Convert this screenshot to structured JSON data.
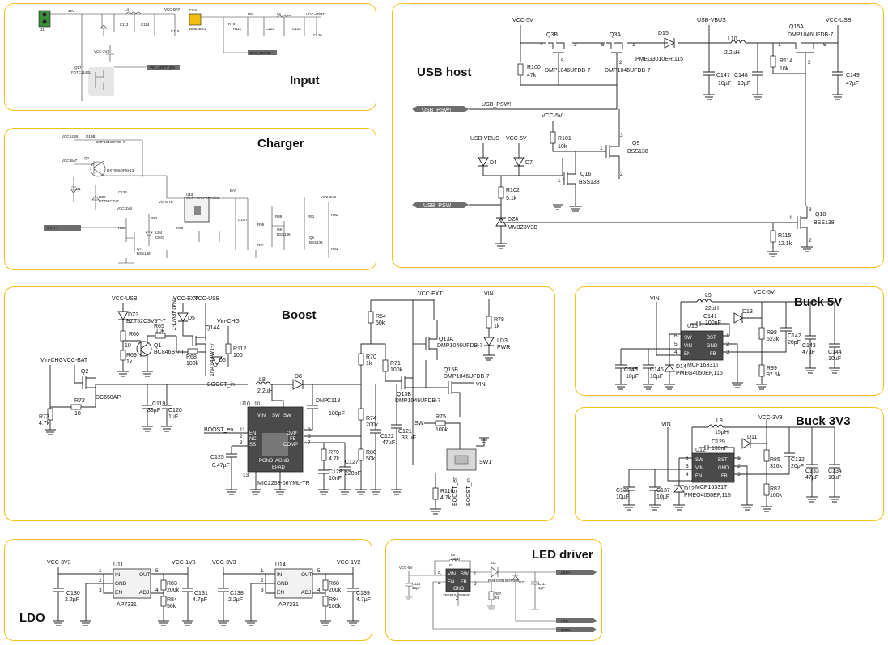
{
  "colors": {
    "border": "#f2c21b",
    "net_label_fill": "#6d6d6d",
    "ic_fill": "#4a4a4a",
    "connector_green": "#3c8d3c",
    "connector_yellow": "#f0c010"
  },
  "panels": {
    "input": {
      "title": "Input"
    },
    "usb_host": {
      "title": "USB host"
    },
    "charger": {
      "title": "Charger"
    },
    "boost": {
      "title": "Boost"
    },
    "buck5": {
      "title": "Buck 5V"
    },
    "buck33": {
      "title": "Buck 3V3"
    },
    "ldo": {
      "title": "LDO"
    },
    "led": {
      "title": "LED driver"
    }
  },
  "usb_host": {
    "nets": {
      "vcc5a": "VCC-5V",
      "vbus": "USB-VBUS",
      "vccusb": "VCC-USB",
      "usbvbus2": "USB-VBUS",
      "vcc5b": "VCC-5V",
      "vcc5c": "VCC-5V",
      "psw": "USB_PSW",
      "pswn": "USB_PSW!",
      "pswn2": "USB_PSW!"
    },
    "q3b": "Q3B",
    "q3a": "Q3A",
    "q3b_part": "DMP1046UFDB-7",
    "q3a_part": "DMP1046UFDB-7",
    "d15": "D15",
    "d15_part": "PMEG3010ER,115",
    "l10": "L10",
    "l10_val": "2.2µH",
    "q15a": "Q15A",
    "q15a_part": "DMP1046UFDB-7",
    "r100": "R100",
    "r100_val": "47k",
    "c147": "C147",
    "c147_val": "10µF",
    "c148": "C148",
    "c148_val": "10µF",
    "r114": "R114",
    "r114_val": "10k",
    "c149": "C149",
    "c149_val": "47µF",
    "r101": "R101",
    "r101_val": "10k",
    "q9": "Q9",
    "q9_part": "BSS138",
    "q16": "Q16",
    "q16_part": "BSS138",
    "d4": "D4",
    "d7": "D7",
    "r102": "R102",
    "r102_val": "5.1k",
    "dz4": "DZ4",
    "dz4_part": "MM3Z3V3B",
    "q18": "Q18",
    "q18_part": "BSS138",
    "r115": "R115",
    "r115_val": "12.1k",
    "pins": {
      "p4": "4",
      "p3": "3",
      "p6": "6",
      "p1": "1",
      "p2": "2",
      "p5": "5",
      "p6b": "6",
      "p1b": "1",
      "p1c": "1",
      "p1d": "1",
      "p3b": "3",
      "p2b": "2",
      "p3c": "3",
      "p2c": "2",
      "p3d": "3",
      "p2d": "2"
    }
  },
  "boost": {
    "vccusb": "VCC-USB",
    "vccext": "VCC-EXT",
    "vccusb2": "VCC-USB",
    "vinchg": "Vin-CHG",
    "vinchg2": "Vin-CHG",
    "vccbat": "VCC-BAT",
    "vccext2": "VCC-EXT",
    "vin": "VIN",
    "vin2": "VIN",
    "sw": "SW",
    "boost_en": "BOOST_en",
    "boost_en2": "BOOST_en",
    "dz3": "DZ3",
    "dz3_part": "BZT52C3V9T-7",
    "d5": "D5",
    "d5_part": "1N4148WT-7",
    "d6": "D6",
    "d6_part": "1N4148WT-7",
    "q14a": "Q14A",
    "q1": "Q1",
    "q1_part": "BC846B-7-F",
    "r65": "R65",
    "r65_val": "10k",
    "r66": "R66",
    "r66_val": "10",
    "r69": "R69",
    "r69_val": "1k",
    "r68": "R68",
    "r68_val": "100k",
    "r112": "R112",
    "r112_val": "100",
    "q2": "Q2",
    "q2_part": "DC658AP",
    "r72": "R72",
    "r72_val": "10",
    "r73": "R73",
    "r73_val": "4.7k",
    "c119": "C119",
    "c119_val": "33µF",
    "c120": "C120",
    "c120_val": "1µF",
    "l8": "L8",
    "l8_val": "2.2µH",
    "d8": "D8",
    "dnp": "DNP",
    "c118": "C118",
    "c118_val": "100pF",
    "u10": "U10",
    "u10_part": "MIC2253-06YML-TR",
    "u10_pins": {
      "en": "EN",
      "nc": "NC",
      "pss": "SS",
      "ovp": "OVP",
      "fb": "FB",
      "comp": "COMP",
      "vin": "VIN",
      "sw": "SW",
      "sw2": "SW",
      "pgnd": "PGND",
      "agnd": "AGND",
      "epad": "EPAD"
    },
    "u10_nums": {
      "n11": "11",
      "n2": "2",
      "n3": "3",
      "n9": "9",
      "n8": "8",
      "n7": "7",
      "n10": "10",
      "n13": "13",
      "n4": "4"
    },
    "c125": "C125",
    "c125_val": "0.47µF",
    "r79": "R79",
    "r79_val": "4.7k",
    "c128": "C128",
    "c128_val": "10nF",
    "c127": "C127",
    "c127_val": "220pF",
    "r64": "R64",
    "r64_val": "50k",
    "r70": "R70",
    "r70_val": "1k",
    "r71": "R71",
    "r71_val": "100k",
    "r74": "R74",
    "r74_val": "200k",
    "r80": "R80",
    "r80_val": "50k",
    "c122": "C122",
    "c122_val": "47µF",
    "c121": "C121",
    "c121_val": "33 uF",
    "q13a": "Q13A",
    "q13a_part": "DMP1046UFDB-7",
    "q13b": "Q13B",
    "q13b_part": "DMP1046UFDB-7",
    "q15b": "Q15B",
    "q15b_part": "DMP1046UFDB-7",
    "r78": "R78",
    "r78_val": "1k",
    "ld3": "LD3",
    "ld3_txt": "PWR",
    "r75": "R75",
    "r75_val": "100k",
    "r116": "R116",
    "r116_val": "4.7k",
    "sw1": "SW1",
    "boost_in": "BOOST_in"
  },
  "buck5": {
    "vin": "VIN",
    "vcc5": "VCC-5V",
    "l9": "L9",
    "l9_val": "22µH",
    "c141": "C141",
    "c141_val": "100nF",
    "d13": "D13",
    "u15": "U15",
    "u15_part": "MCP16331T",
    "r98": "R98",
    "r98_val": "523k",
    "r99": "R99",
    "r99_val": "97.6k",
    "c142": "C142",
    "c142_val": "20pF",
    "c143": "C143",
    "c143_val": "47µF",
    "c144": "C144",
    "c144_val": "10µF",
    "c145": "C145",
    "c145_val": "10µF",
    "c146": "C146",
    "c146_val": "10µF",
    "d14": "D14",
    "d14_part": "PMEG4050EP,115",
    "pins": {
      "sw": "SW",
      "vin": "VIN",
      "en": "EN",
      "bst": "BST",
      "gnd": "GND",
      "fb": "FB",
      "n6": "6",
      "n5": "5",
      "n4": "4",
      "n1": "1",
      "n2": "2",
      "n3": "3"
    }
  },
  "buck33": {
    "vin": "VIN",
    "vcc33": "VCC-3V3",
    "l8": "L8",
    "l8_val": "15µH",
    "c129": "C129",
    "c129_val": "100nF",
    "d11": "D11",
    "u12": "U12",
    "u12_part": "MCP16331T",
    "r85": "R85",
    "r85_val": "316k",
    "r87": "R87",
    "r87_val": "100k",
    "c132": "C132",
    "c132_val": "20pF",
    "c133": "C133",
    "c133_val": "47µF",
    "c134": "C134",
    "c134_val": "10µF",
    "c136": "C136",
    "c136_val": "10µF",
    "c137": "C137",
    "c137_val": "10µF",
    "d12": "D12",
    "d12_part": "PMEG4050EP,115",
    "pins": {
      "sw": "SW",
      "vin": "VIN",
      "en": "EN",
      "bst": "BST",
      "gnd": "GND",
      "fb": "FB",
      "n6": "6",
      "n5": "5",
      "n4": "4",
      "n1": "1",
      "n2": "2",
      "n3": "3"
    }
  },
  "ldo": {
    "vcc33a": "VCC-3V3",
    "vcc18": "VCC-1V8",
    "vcc33b": "VCC-3V3",
    "vcc12": "VCC-1V2",
    "u11": "U11",
    "u11_part": "AP7331",
    "u14": "U14",
    "u14_part": "AP7331",
    "c130": "C130",
    "c130_val": "2.2µF",
    "c131": "C131",
    "c131_val": "4.7µF",
    "r83": "R83",
    "r83_val": "200k",
    "r84": "R84",
    "r84_val": "56k",
    "c138": "C138",
    "c138_val": "2.2µF",
    "c139": "C139",
    "c139_val": "4.7µF",
    "r88": "R88",
    "r88_val": "200k",
    "r94": "R94",
    "r94_val": "100k",
    "pins": {
      "in": "IN",
      "out": "OUT",
      "gnd": "GND",
      "en": "EN",
      "adj": "ADJ",
      "n1": "1",
      "n2": "2",
      "n3": "3",
      "n4": "4",
      "n5": "5"
    }
  },
  "led": {
    "vcc5": "VCC-5V",
    "l5": "L5",
    "l5_val": "10µH",
    "u9": "U9",
    "u9_part": "TPS61041DBVR",
    "d2": "D2",
    "d2_part": "PMEG3010ER,115",
    "dz1": "DZ1",
    "c116": "C116",
    "c116_val": "10µF",
    "c117": "C117",
    "c117_val": "1µF",
    "r67": "R67",
    "r67_val": "34",
    "ledp": "LED+",
    "ledn": "LED",
    "bcklt": "BCKL",
    "pins": {
      "vin": "VIN",
      "sw": "SW",
      "en": "EN",
      "fb": "FB",
      "gnd": "GND",
      "n5": "5",
      "n1": "1",
      "n4": "4",
      "n3": "3",
      "n2": "2"
    }
  },
  "input": {
    "j1": "J1",
    "j2": "CN4",
    "j2_part": "BM02B-LL",
    "q17": "Q17",
    "q17_part": "FDTC114EL",
    "net1": "VIN_ADPT_EN",
    "net2": "BAT_SENSE",
    "vcc_bat": "VCC-BAT",
    "vcc_3v3": "VCC-3V3",
    "vcc_adpt": "VCC-ADPT",
    "l4": "L4",
    "l4_val": "2.2µH",
    "l6": "L6",
    "l6_val": "2.2µH",
    "c113": "C113",
    "c114": "C114",
    "c115": "C115",
    "c123": "C123",
    "c124": "C124",
    "c126": "C126",
    "d3": "D3",
    "d9": "D9",
    "r76": "R76",
    "r77": "R77",
    "r111": "R111",
    "r113": "R113",
    "v12": "12V"
  },
  "charger": {
    "vcc_usb": "VCC-USB",
    "vcc_bat": "VCC-BAT",
    "vcc_3v3": "VCC-3V3",
    "vin_chg": "Vin-CHG",
    "vcc_3v3b": "VCC-3V3",
    "q19b": "Q19B",
    "q19b_part": "DMP1046UFDB-7",
    "q4": "Q4",
    "q4_part": "DXT956QPM-13",
    "d1": "D1",
    "dz2": "DZ2",
    "dz2_part": "BZT52C2V7",
    "u13": "U13",
    "u13_part": "MCP73871-2AAI/ML",
    "q7": "Q7",
    "q7_part": "BSS138",
    "q8": "Q8",
    "q8_part": "BSS138",
    "q6": "Q6",
    "q6_part": "BSS138",
    "ld": "LD4",
    "ld_txt": "CHG",
    "net_stat": "STAT1",
    "r90": "R90",
    "r82": "R82",
    "r86": "R86",
    "r89": "R89",
    "r97": "R97",
    "r91": "R91",
    "r92": "R92",
    "r93": "R93",
    "r95": "R95",
    "c135": "C135",
    "c140": "C140",
    "bat": "BAT"
  }
}
